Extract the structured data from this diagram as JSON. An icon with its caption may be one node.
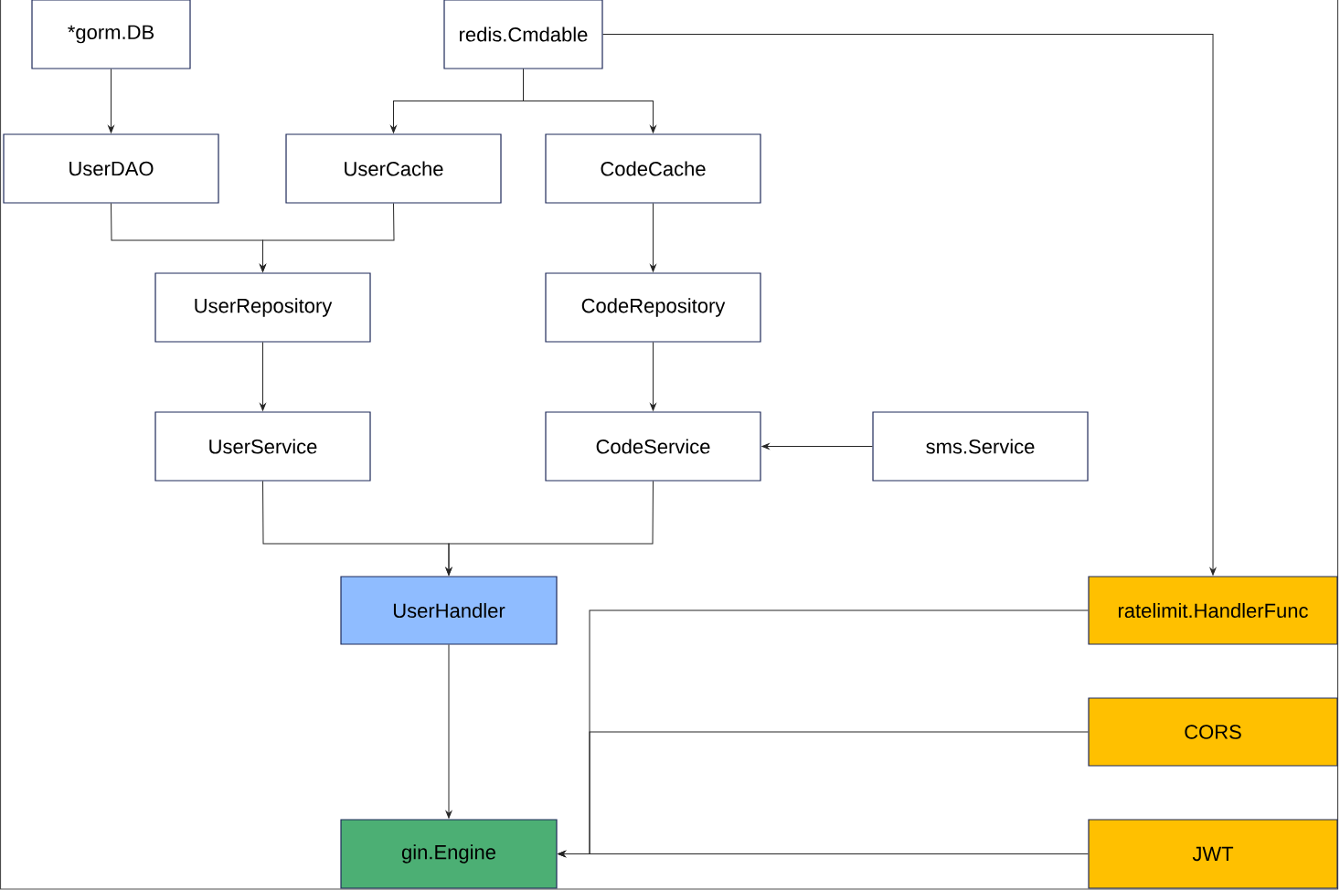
{
  "diagram": {
    "nodes": [
      {
        "text": [
          "*gorm.DB"
        ]
      },
      {
        "text": [
          "redis.Cmdable"
        ]
      },
      {
        "text": [
          "UserDAO"
        ]
      },
      {
        "text": [
          "UserCache"
        ]
      },
      {
        "text": [
          "CodeCache"
        ]
      },
      {
        "text": [
          "UserRepository"
        ]
      },
      {
        "text": [
          "CodeRepository"
        ]
      },
      {
        "text": [
          "UserService"
        ]
      },
      {
        "text": [
          "CodeService"
        ]
      },
      {
        "text": [
          "sms.Service"
        ]
      },
      {
        "text": [
          "UserHandler"
        ]
      },
      {
        "text": [
          "gin.Engine"
        ]
      },
      {
        "text": [
          "ratelimit.HandlerFunc"
        ]
      },
      {
        "text": [
          "CORS"
        ]
      },
      {
        "text": [
          "JWT"
        ]
      }
    ],
    "edges": [
      {
        "from": 0,
        "to": 2,
        "arrow": "to"
      },
      {
        "from": 1,
        "to": 3,
        "arrow": "to"
      },
      {
        "from": 1,
        "to": 4,
        "arrow": "to"
      },
      {
        "from": 1,
        "to": 12,
        "arrow": "to"
      },
      {
        "from": 2,
        "to": 5,
        "arrow": "to"
      },
      {
        "from": 3,
        "to": 5,
        "arrow": "to"
      },
      {
        "from": 4,
        "to": 6,
        "arrow": "to"
      },
      {
        "from": 5,
        "to": 7,
        "arrow": "to"
      },
      {
        "from": 6,
        "to": 8,
        "arrow": "to"
      },
      {
        "from": 9,
        "to": 8,
        "arrow": "to"
      },
      {
        "from": 7,
        "to": 10,
        "arrow": "to"
      },
      {
        "from": 8,
        "to": 10,
        "arrow": "to"
      },
      {
        "from": 10,
        "to": 11,
        "arrow": "to"
      },
      {
        "from": 12,
        "to": 11,
        "arrow": "to"
      },
      {
        "from": 13,
        "to": 11,
        "arrow": "to"
      },
      {
        "from": 14,
        "to": 11,
        "arrow": "to"
      }
    ]
  }
}
